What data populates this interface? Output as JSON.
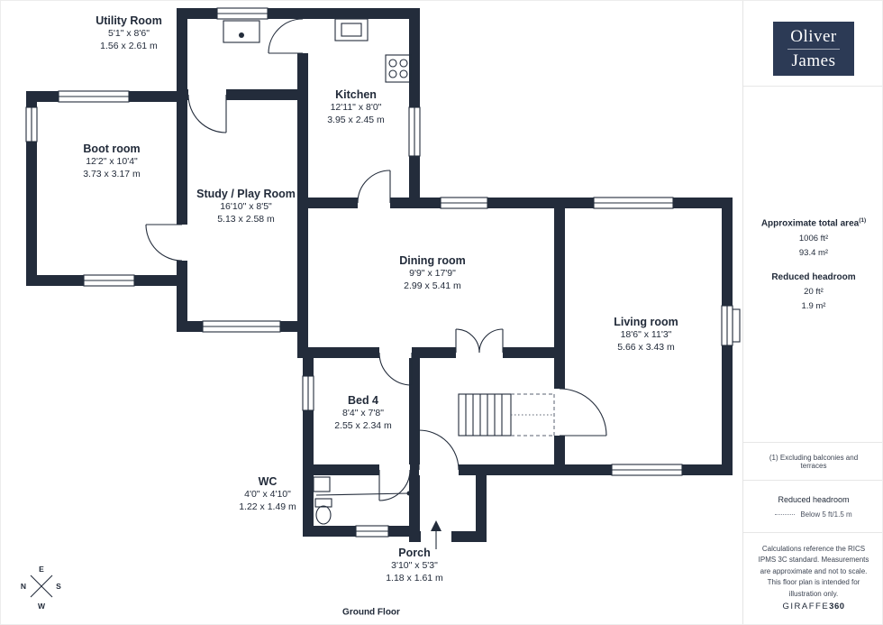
{
  "brand": {
    "line1": "Oliver",
    "line2": "James"
  },
  "rooms": [
    {
      "name": "Utility Room",
      "imperial": "5'1\" x 8'6\"",
      "metric": "1.56 x 2.61 m"
    },
    {
      "name": "Kitchen",
      "imperial": "12'11\" x 8'0\"",
      "metric": "3.95 x 2.45 m"
    },
    {
      "name": "Boot room",
      "imperial": "12'2\" x 10'4\"",
      "metric": "3.73 x 3.17 m"
    },
    {
      "name": "Study / Play Room",
      "imperial": "16'10\" x 8'5\"",
      "metric": "5.13 x 2.58 m"
    },
    {
      "name": "Dining room",
      "imperial": "9'9\" x 17'9\"",
      "metric": "2.99 x 5.41 m"
    },
    {
      "name": "Living room",
      "imperial": "18'6\" x 11'3\"",
      "metric": "5.66 x 3.43 m"
    },
    {
      "name": "Bed 4",
      "imperial": "8'4\" x 7'8\"",
      "metric": "2.55 x 2.34 m"
    },
    {
      "name": "WC",
      "imperial": "4'0\" x 4'10\"",
      "metric": "1.22 x 1.49 m"
    },
    {
      "name": "Porch",
      "imperial": "3'10\" x 5'3\"",
      "metric": "1.18 x 1.61 m"
    }
  ],
  "sidebar": {
    "area_title": "Approximate total area",
    "area_sup": "(1)",
    "area_ft": "1006 ft²",
    "area_m": "93.4 m²",
    "headroom_title": "Reduced headroom",
    "headroom_ft": "20 ft²",
    "headroom_m": "1.9 m²",
    "footnote": "(1) Excluding balconies and terraces",
    "legend_title": "Reduced headroom",
    "legend_label": "Below 5 ft/1.5 m",
    "disclaimer": "Calculations reference the RICS IPMS 3C standard. Measurements are approximate and not to scale. This floor plan is intended for illustration only.",
    "provider": "GIRAFFE",
    "provider_suffix": "360"
  },
  "floor_label": "Ground Floor",
  "compass": {
    "n": "N",
    "e": "E",
    "s": "S",
    "w": "W"
  },
  "colors": {
    "wall": "#232c3b",
    "brand_navy": "#2c3a55",
    "divider": "#e7e7e7"
  }
}
